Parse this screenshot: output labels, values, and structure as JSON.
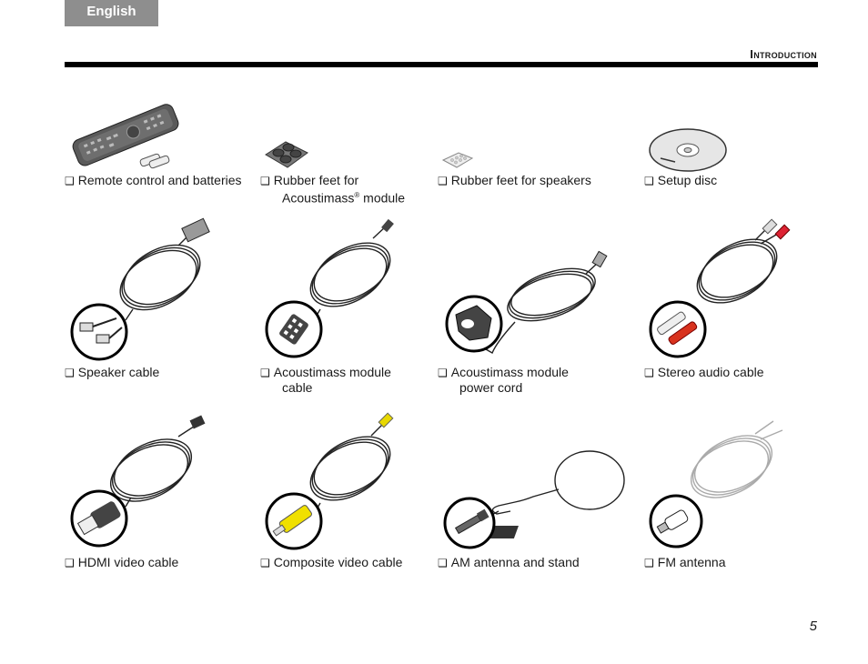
{
  "header": {
    "language_tab": "English",
    "section_title": "Introduction"
  },
  "items": [
    {
      "label": "Remote control and batteries"
    },
    {
      "label": "Rubber feet for",
      "label_line2_pre": "Acoustimass",
      "label_line2_sup": "®",
      "label_line2_post": " module"
    },
    {
      "label": "Rubber feet for speakers"
    },
    {
      "label": "Setup disc"
    },
    {
      "label": "Speaker cable"
    },
    {
      "label": "Acoustimass module",
      "label_line2": "cable"
    },
    {
      "label": "Acoustimass module",
      "label_line2": "power cord"
    },
    {
      "label": "Stereo audio cable"
    },
    {
      "label": "HDMI video cable"
    },
    {
      "label": "Composite video cable"
    },
    {
      "label": "AM antenna and stand"
    },
    {
      "label": "FM antenna"
    }
  ],
  "checkbox_glyph": "❑",
  "footer": {
    "page_number": "5"
  }
}
